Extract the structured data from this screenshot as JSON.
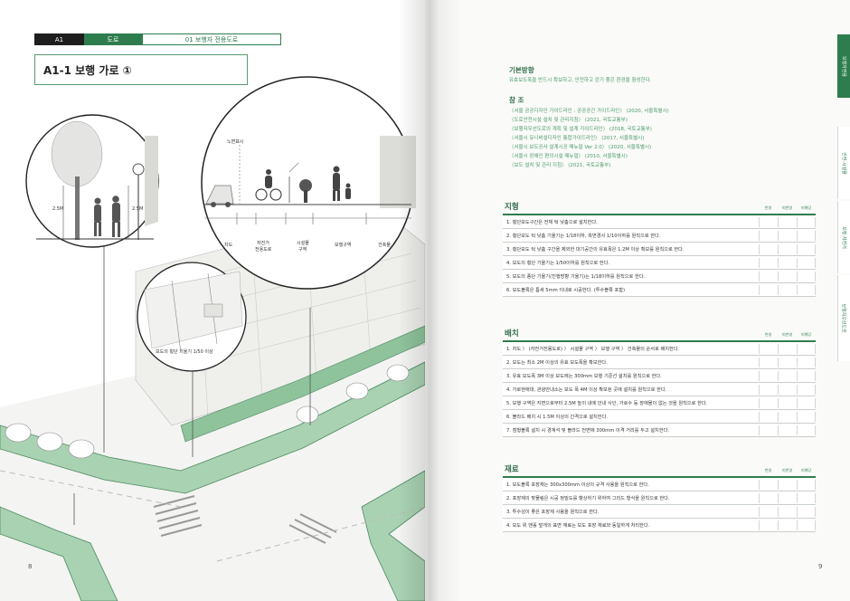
{
  "left_page": {
    "header_tabs": [
      "A1",
      "도로",
      "01 보행자 전용도로"
    ],
    "title": "A1-1 보행 가로 ①",
    "page_number": "8",
    "callouts": {
      "circle_left_dim_left": "2.5M",
      "circle_left_dim_right": "2.5M",
      "circle_mid_label": "보도의 횡단 기울기 1/50 이상",
      "circle_right_top": "노면표시",
      "zones": [
        "차도",
        "자전거\n전용도로",
        "시설물\n구역",
        "보행구역",
        "건축물"
      ]
    }
  },
  "right_page": {
    "page_number": "9",
    "basic_direction": {
      "title": "기본방향",
      "text": "유효보도폭을 반드시 확보하고, 안전하고 걷기 좋은 환경을 형성한다."
    },
    "references": {
      "title": "참  조",
      "items": [
        "〈서울 공공디자인 가이드라인 : 공공공간 가이드라인〉 (2020, 서울특별시)",
        "〈도로안전시설 설치 및 관리지침〉 (2021, 국토교통부)",
        "〈보행자우선도로의 계획 및 설계 가이드라인〉 (2018, 국토교통부)",
        "〈서울시 유니버설디자인 통합가이드라인〉 (2017, 서울특별시)",
        "〈서울시 보도공사 설계시공 매뉴얼 Ver 2.0〉 (2020, 서울특별시)",
        "〈서울시 장애인 편의시설 매뉴얼〉 (2010, 서울특별시)",
        "〈보도 설치 및 관리 지침〉 (2021, 국토교통부)"
      ]
    },
    "column_headers": [
      "반영",
      "미반영",
      "미해당"
    ],
    "sections": [
      {
        "title": "지형",
        "rows": [
          "1. 횡단보도구간은 전체 턱 낮춤으로 설치한다.",
          "2. 횡단보도 턱 낮춤 기울기는 1/18이하, 측면경사 1/10이하를 원칙으로 한다.",
          "3. 횡단보도 턱 낮춤 구간을 제외한 대기공간의 유효폭은 1.2M 이상 확보를 원칙으로 한다.",
          "4. 보도의 횡단 기울기는 1/50이하를 원칙으로 한다.",
          "5. 보도의 종단 기울기(진행방향 기울기)는 1/18이하를 원칙으로 한다.",
          "6. 보도블록은 틈새 5mm 이내로 시공한다. (투수블록 포함)"
        ]
      },
      {
        "title": "배치",
        "rows": [
          "1. 차도 〉 (자전거전용도로) 〉 시설물 구역 〉 보행 구역 〉 건축물의 순서로 배치한다.",
          "2. 보도는 최소 2M 이상의 유효 보도폭을 확보한다.",
          "3. 유효 보도폭 3M 이상 보도에는 300mm 보행 기준선 설치를 원칙으로 한다.",
          "4. 가로현애대, 관광안내소는 보도 폭 4M 이상 확보된 곳에 설치를 원칙으로 한다.",
          "5. 보행 구역은 지면으로부터 2.5M 높이 내에 안내 사인, 가로수 등 장애물이 없는 것을 원칙으로 한다.",
          "6. 볼라드 배치 시 1.5M 이상의 간격으로 설치한다.",
          "7. 점형블록 설치 시 경계석 및 볼라드 전면에 300mm 이격 거리를 두고 설치한다."
        ]
      },
      {
        "title": "재료",
        "rows": [
          "1. 보도블록 포장재는 300x300mm 이상의 규격 사용을 원칙으로 한다.",
          "2. 포장재의 맞물림은 시공 정밀도를 향상하기 위하여 그리드 형식을 원칙으로 한다.",
          "3. 투수성이 좋은 포장재 사용을 원칙으로 한다.",
          "4. 보도 위 맨홀 덮개의 표면 재료는 보도 포장 재료와 동일하게 처리한다."
        ]
      }
    ],
    "side_tabs": [
      "보행자전용",
      "안전·시설물",
      "보행·자전거",
      "보행자우선도로"
    ]
  }
}
